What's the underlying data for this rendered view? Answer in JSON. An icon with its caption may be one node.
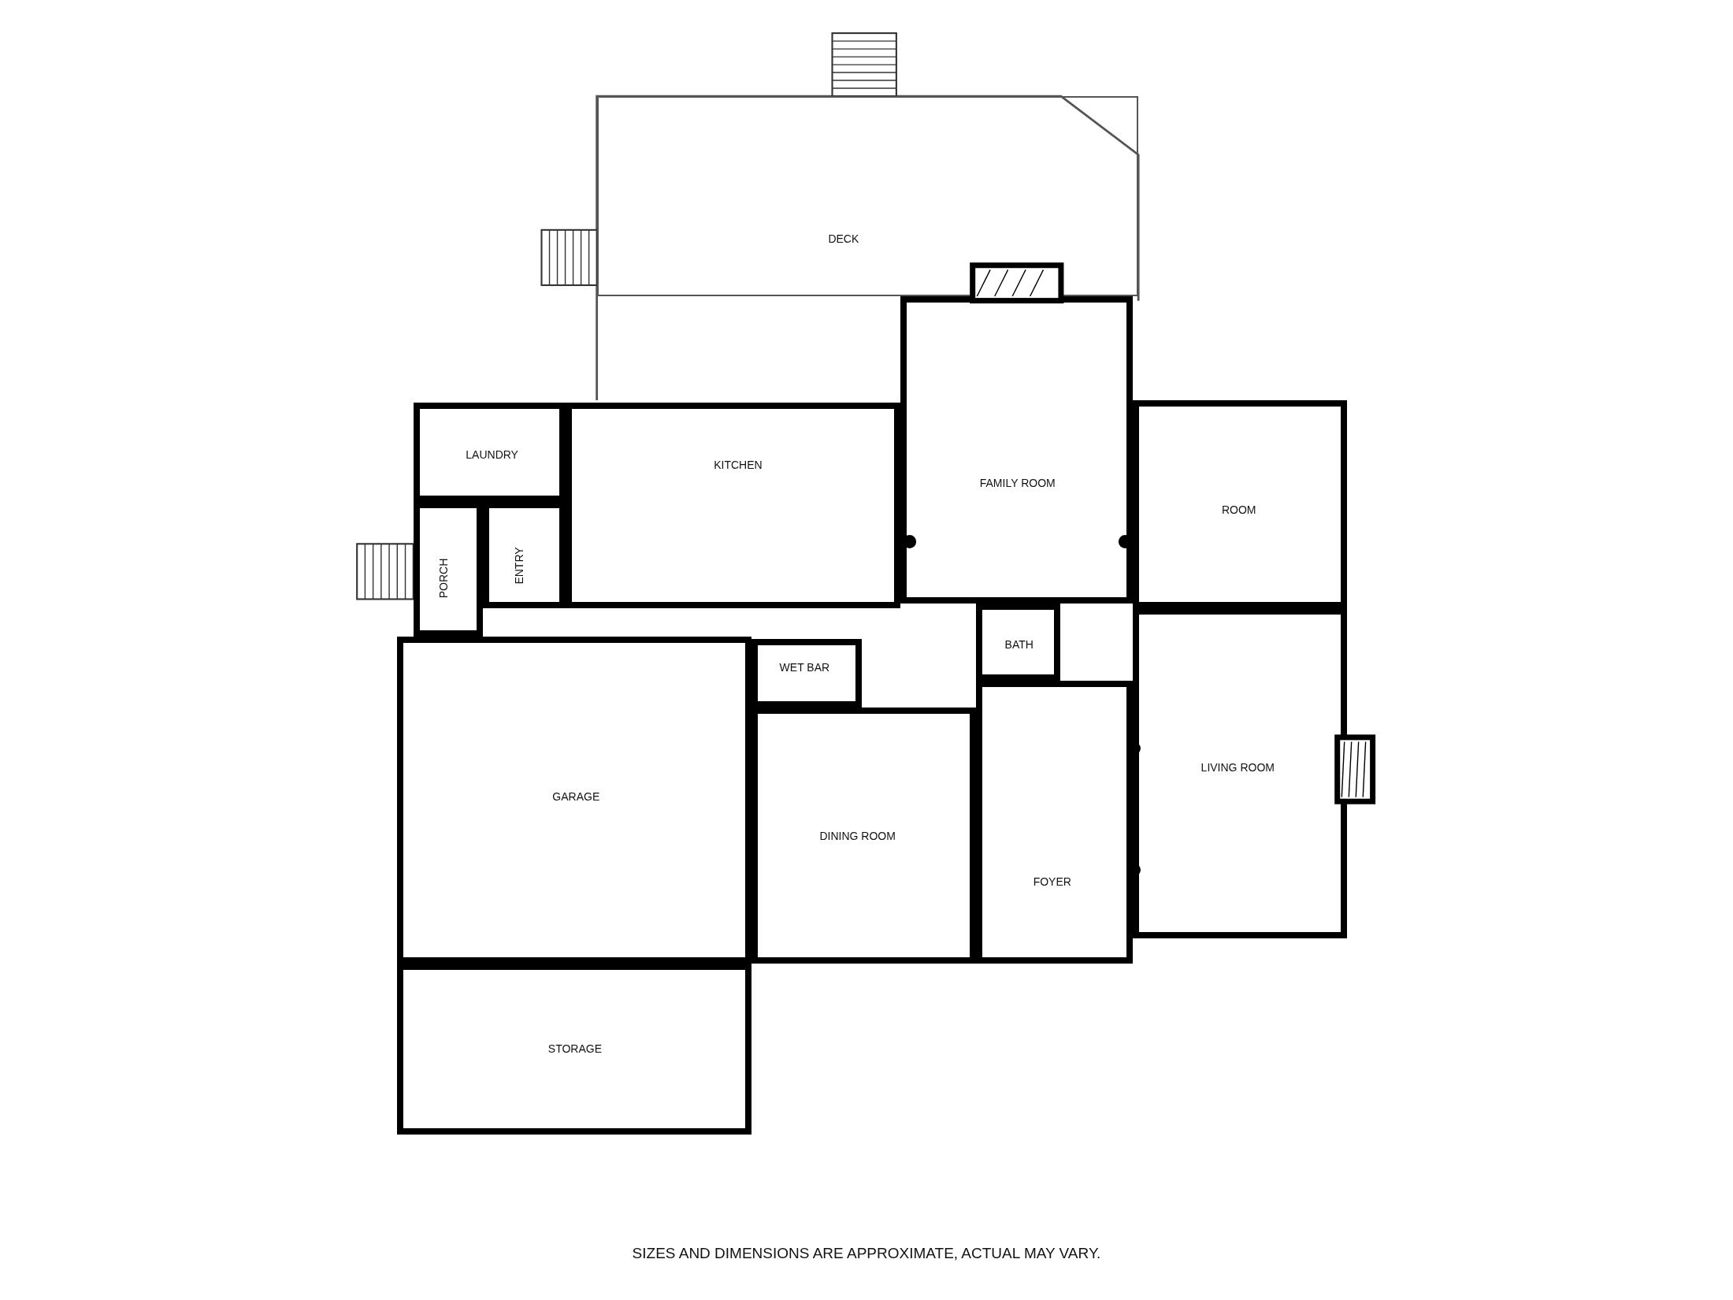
{
  "diagram": {
    "caption": "SIZES AND DIMENSIONS ARE APPROXIMATE, ACTUAL MAY VARY.",
    "nodes": [
      {
        "text": [
          "DECK"
        ]
      },
      {
        "text": [
          "LAUNDRY"
        ]
      },
      {
        "text": [
          "KITCHEN"
        ]
      },
      {
        "text": [
          "FAMILY ROOM"
        ]
      },
      {
        "text": [
          "ROOM"
        ]
      },
      {
        "text": [
          "PORCH"
        ]
      },
      {
        "text": [
          "ENTRY"
        ]
      },
      {
        "text": [
          "BATH"
        ]
      },
      {
        "text": [
          "WET BAR"
        ]
      },
      {
        "text": [
          "GARAGE"
        ]
      },
      {
        "text": [
          "LIVING ROOM"
        ]
      },
      {
        "text": [
          "DINING ROOM"
        ]
      },
      {
        "text": [
          "FOYER"
        ]
      },
      {
        "text": [
          "STORAGE"
        ]
      }
    ],
    "edges": []
  }
}
